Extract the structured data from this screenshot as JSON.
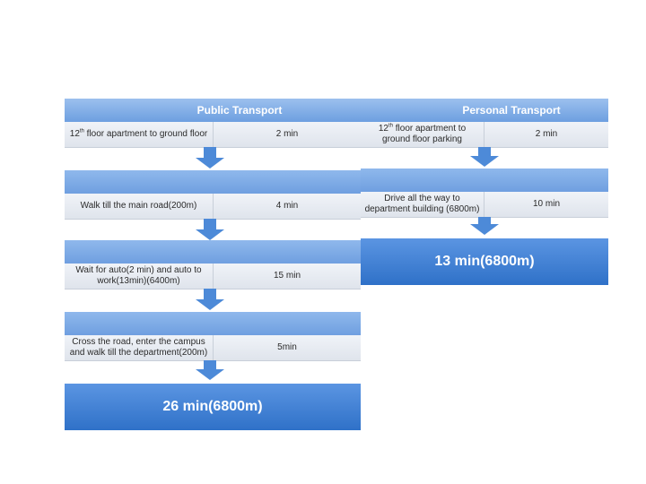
{
  "public": {
    "title": "Public Transport",
    "steps": [
      {
        "pre": "12",
        "sup": "th",
        "desc": " floor apartment to ground floor",
        "time": "2 min"
      },
      {
        "desc": "Walk till the main road(200m)",
        "time": "4 min"
      },
      {
        "desc": "Wait for auto(2 min) and auto to work(13min)(6400m)",
        "time": "15 min"
      },
      {
        "desc": "Cross the road, enter the campus and walk till the department(200m)",
        "time": "5min"
      }
    ],
    "total": "26 min(6800m)"
  },
  "personal": {
    "title": "Personal Transport",
    "steps": [
      {
        "pre": "12",
        "sup": "th",
        "desc": " floor apartment to ground floor parking",
        "time": "2 min"
      },
      {
        "desc": "Drive all the way to department building (6800m)",
        "time": "10 min"
      }
    ],
    "total": "13 min(6800m)"
  },
  "colors": {
    "header": "#7aa7e4",
    "arrow": "#4d8ad8",
    "result": "#3a7bd0",
    "row": "#e6eaf0"
  }
}
